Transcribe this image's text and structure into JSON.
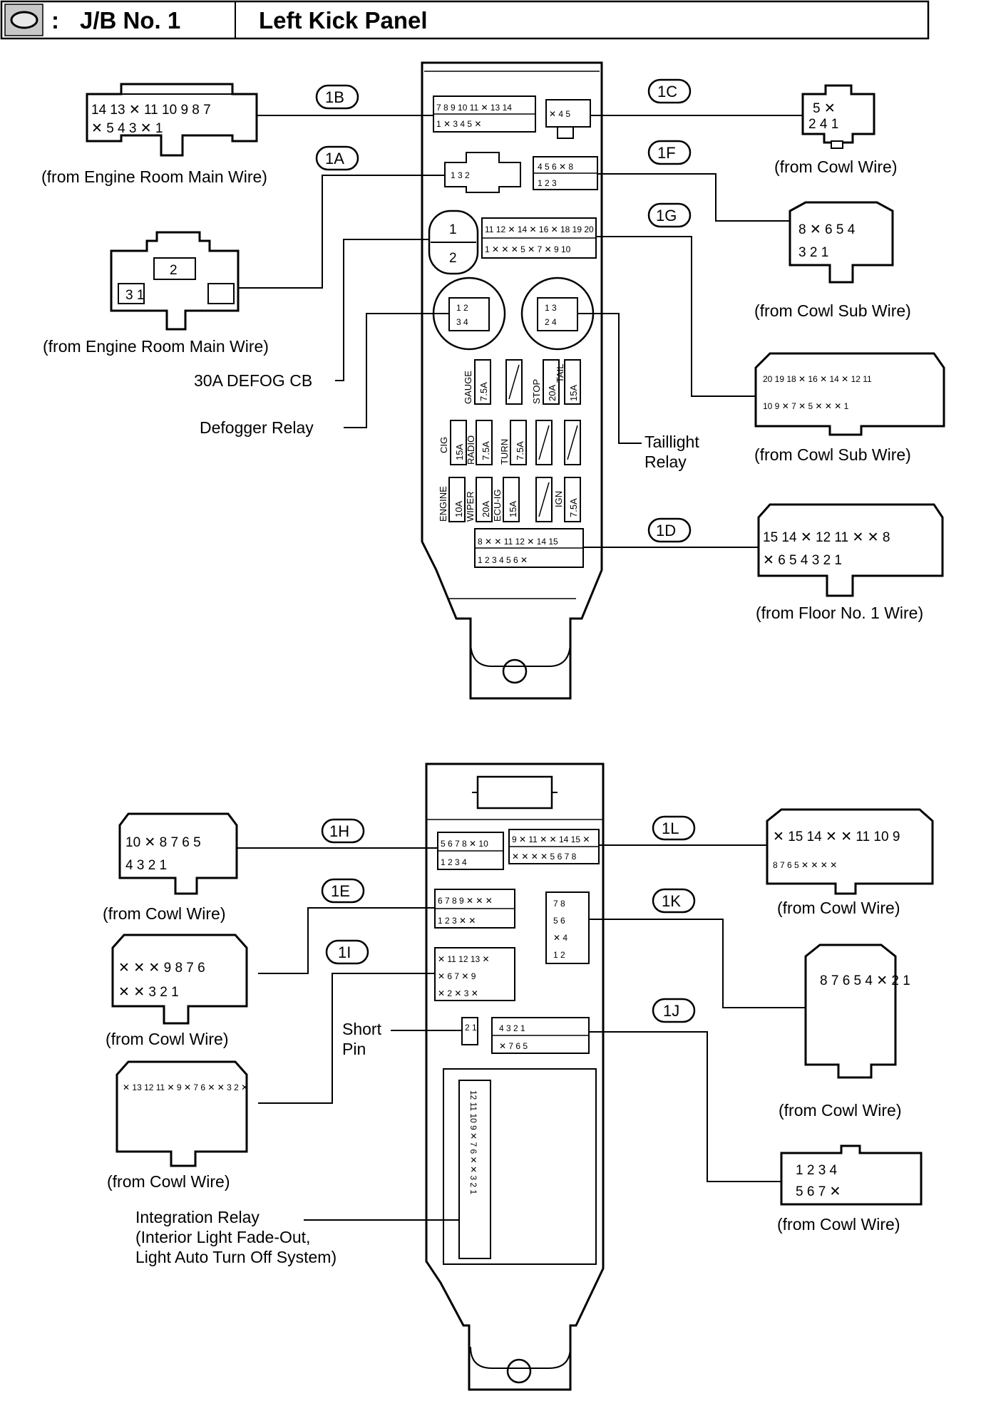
{
  "header": {
    "symbol_sep": ":",
    "jb": "J/B No. 1",
    "location": "Left Kick Panel"
  },
  "connector_ids": {
    "c1B": "1B",
    "c1C": "1C",
    "c1A": "1A",
    "c1F": "1F",
    "c1G": "1G",
    "c1D": "1D",
    "c1H": "1H",
    "c1L": "1L",
    "c1E": "1E",
    "c1K": "1K",
    "c1I": "1I",
    "c1J": "1J"
  },
  "labels": {
    "engine_room_1": "(from Engine Room Main Wire)",
    "engine_room_2": "(from Engine Room Main Wire)",
    "cowl_1": "(from Cowl Wire)",
    "cowl_sub_1": "(from Cowl Sub Wire)",
    "cowl_sub_2": "(from Cowl Sub Wire)",
    "floor_1": "(from Floor No. 1 Wire)",
    "defog_cb": "30A DEFOG CB",
    "defogger_relay": "Defogger Relay",
    "taillight_1": "Taillight",
    "taillight_2": "Relay",
    "cowl_h": "(from Cowl Wire)",
    "cowl_l": "(from Cowl Wire)",
    "cowl_e": "(from Cowl Wire)",
    "cowl_k": "(from Cowl Wire)",
    "cowl_i": "(from Cowl Wire)",
    "cowl_j": "(from Cowl Wire)",
    "short_pin_1": "Short",
    "short_pin_2": "Pin",
    "integration_1": "Integration Relay",
    "integration_2": "(Interior Light Fade-Out,",
    "integration_3": "Light Auto Turn Off System)"
  },
  "fuses": {
    "gauge_name": "GAUGE",
    "gauge_amp": "7.5A",
    "stop_name": "STOP",
    "stop_amp": "20A",
    "tail_name": "TAIL",
    "tail_amp": "15A",
    "cig_name": "CIG",
    "cig_amp": "15A",
    "radio_name": "RADIO",
    "radio_amp": "7.5A",
    "turn_name": "TURN",
    "turn_amp": "7.5A",
    "engine_name": "ENGINE",
    "engine_amp": "10A",
    "wiper_name": "WIPER",
    "wiper_amp": "20A",
    "ecuig_name": "ECU-IG",
    "ecuig_amp": "15A",
    "ign_name": "IGN",
    "ign_amp": "7.5A"
  },
  "pins": {
    "b_top": "14 13 ✕ 11 10 9 8 7",
    "b_bot": "✕ 5 4 3 ✕ 1",
    "c_top": "5 ✕",
    "c_bot": "2 4 1",
    "a_top": "2",
    "a_bot": "3 1",
    "f_top": "8 ✕ 6 5 4",
    "f_bot": "3 2 1",
    "g_top": "20 19 18 ✕ 16 ✕ 14 ✕ 12 11",
    "g_bot": "10 9 ✕ 7 ✕ 5 ✕ ✕ ✕ 1",
    "d_top": "15 14 ✕ 12 11 ✕ ✕ 8",
    "d_bot": "✕ 6 5 4 3 2 1",
    "h_top": "10 ✕ 8 7 6 5",
    "h_bot": "4 3 2 1",
    "l_top": "✕ 15 14 ✕ ✕ 11 10 9",
    "l_bot": "8 7 6 5 ✕ ✕ ✕ ✕",
    "e_top": "✕ ✕ ✕ 9 8 7 6",
    "e_bot": "✕ ✕ 3 2 1",
    "k_grid": "8 7 6 5 4 ✕ 2 1",
    "i_grid": "✕ 13 12 11 ✕ 9 ✕ 7 6 ✕ ✕ 3 2 ✕",
    "j_top": "1 2 3 4",
    "j_bot": "5 6 7 ✕",
    "jb_b_top": "7 8 9 10 11 ✕ 13 14",
    "jb_b_bot": "1 ✕ 3 4 5 ✕",
    "jb_g_top": "11 12 ✕ 14 ✕ 16 ✕ 18 19 20",
    "jb_g_bot": "1 ✕ ✕ ✕ 5 ✕ 7 ✕ 9 10",
    "jb_f_top": "4 5 6 ✕ 8",
    "jb_f_bot": "1 2 3",
    "jb_d_top": "8 ✕ ✕ 11 12 ✕ 14 15",
    "jb_d_bot": "1 2 3 4 5 6 ✕",
    "jb_relay1_top": "1 2",
    "jb_relay1_bot": "3 4",
    "jb_relay2_top": "1 3",
    "jb_relay2_bot": "2 4",
    "jb_cb_top": "1",
    "jb_cb_bot": "2",
    "jb_a": "1 3 2",
    "jb_c": "✕ 4 5",
    "jb_h_top": "5 6 7 8 ✕ 10",
    "jb_h_bot": "1 2 3 4",
    "jb_l_top": "9 ✕ 11 ✕ ✕ 14 15 ✕",
    "jb_l_bot": "✕ ✕ ✕ ✕ 5 6 7 8",
    "jb_e_top": "6 7 8 9 ✕ ✕ ✕",
    "jb_e_bot": "1 2 3 ✕ ✕",
    "jb_k_a": "7 8",
    "jb_k_b": "5 6",
    "jb_k_c": "✕ 4",
    "jb_k_d": "1 2",
    "jb_i_a": "✕ 11 12 13 ✕",
    "jb_i_b": "✕ 6 7 ✕ 9",
    "jb_i_c": "✕ 2 ✕ 3 ✕",
    "jb_j_top": "4 3 2 1",
    "jb_j_bot": "✕ 7 6 5",
    "jb_short": "2 1",
    "integ": "12 11 10 9 ✕ 7 6 ✕ ✕ 3 2 1"
  }
}
